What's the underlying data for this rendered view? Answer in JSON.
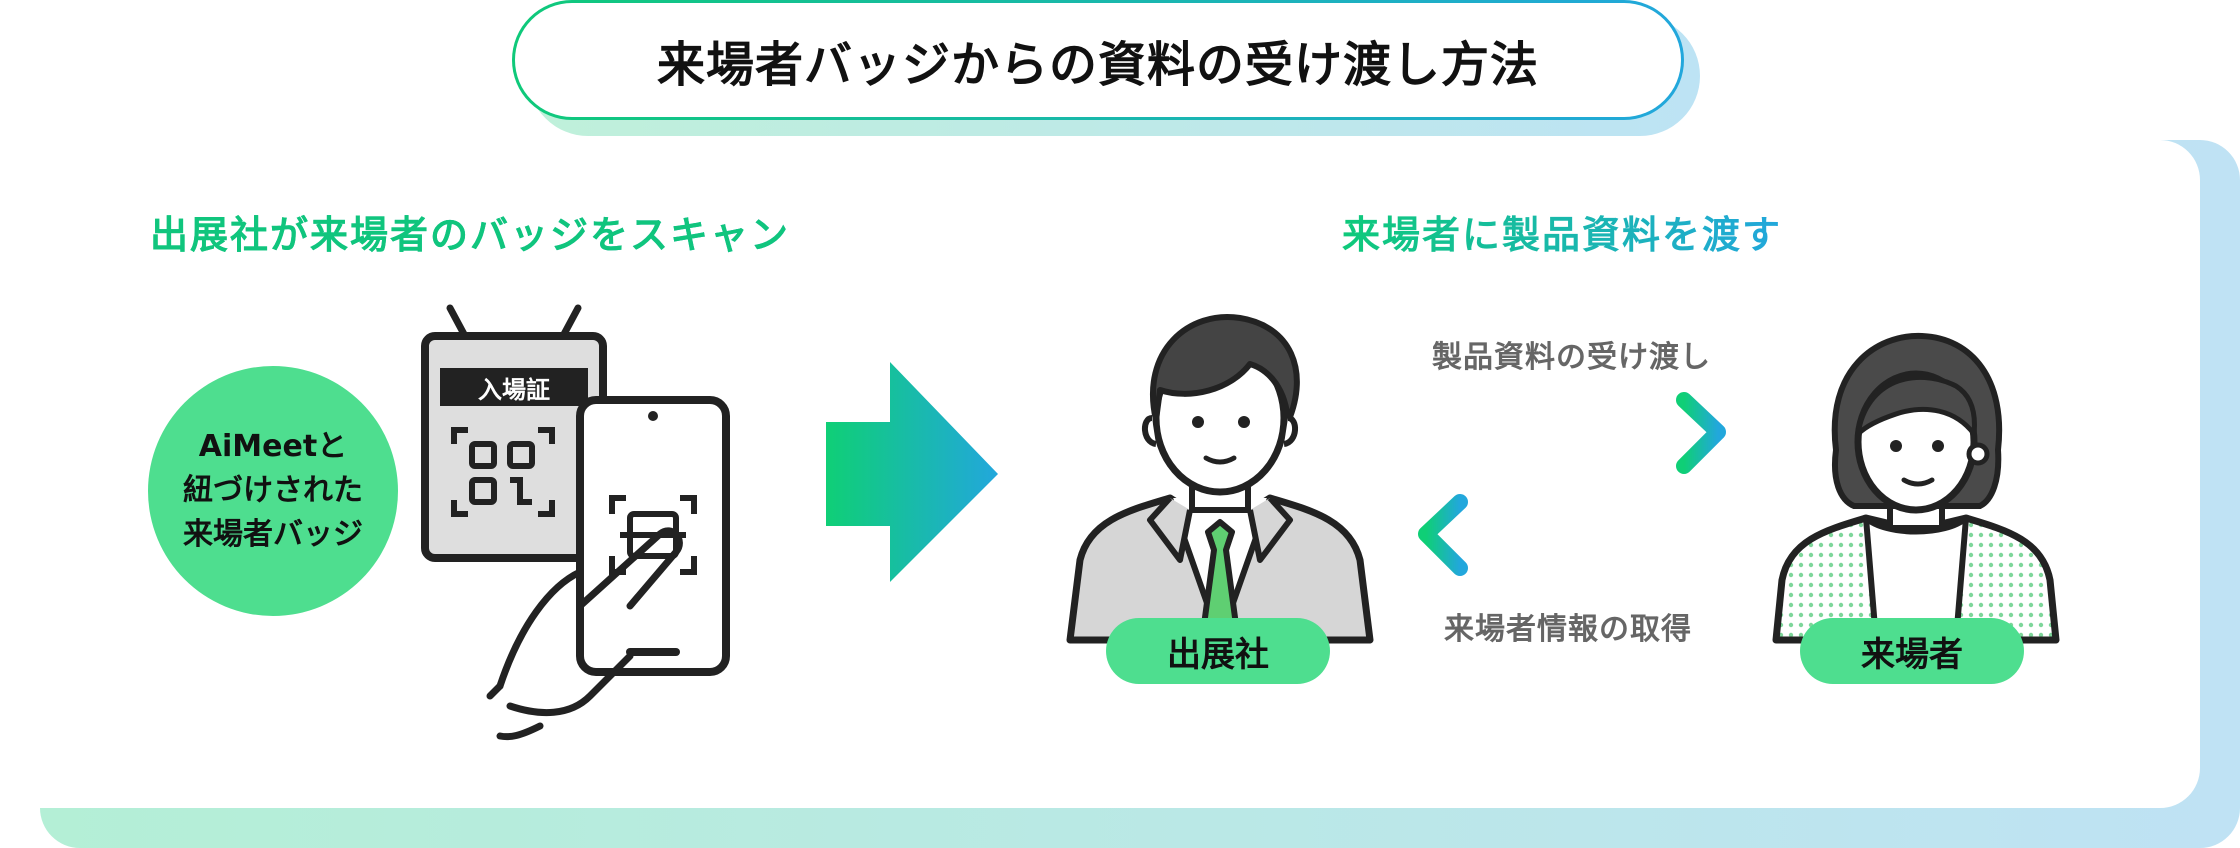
{
  "title": "来場者バッジからの資料の受け渡し方法",
  "left_section": {
    "heading": "出展社が来場者のバッジをスキャン",
    "badge_lines": [
      "AiMeetと",
      "紐づけされた",
      "来場者バッジ"
    ],
    "pass_label": "入場証"
  },
  "right_section": {
    "heading": "来場者に製品資料を渡す",
    "arrow_top_label": "製品資料の受け渡し",
    "arrow_bottom_label": "来場者情報の取得",
    "exhibitor_label": "出展社",
    "visitor_label": "来場者"
  },
  "colors": {
    "green": "#10c57d",
    "blue": "#22a7dc",
    "badge_green": "#4ede8f",
    "suit_gray": "#d6d6d6",
    "tie_green": "#5fcf72"
  }
}
